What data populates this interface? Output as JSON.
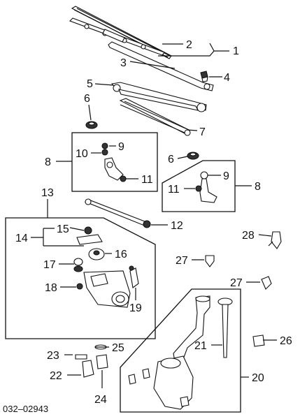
{
  "diagram": {
    "code": "032–02943",
    "labels": [
      "1",
      "2",
      "3",
      "4",
      "5",
      "6",
      "7",
      "8",
      "9",
      "10",
      "11",
      "6",
      "9",
      "11",
      "8",
      "13",
      "12",
      "14",
      "15",
      "16",
      "17",
      "18",
      "19",
      "28",
      "27",
      "27",
      "21",
      "20",
      "26",
      "23",
      "25",
      "22",
      "24"
    ]
  }
}
